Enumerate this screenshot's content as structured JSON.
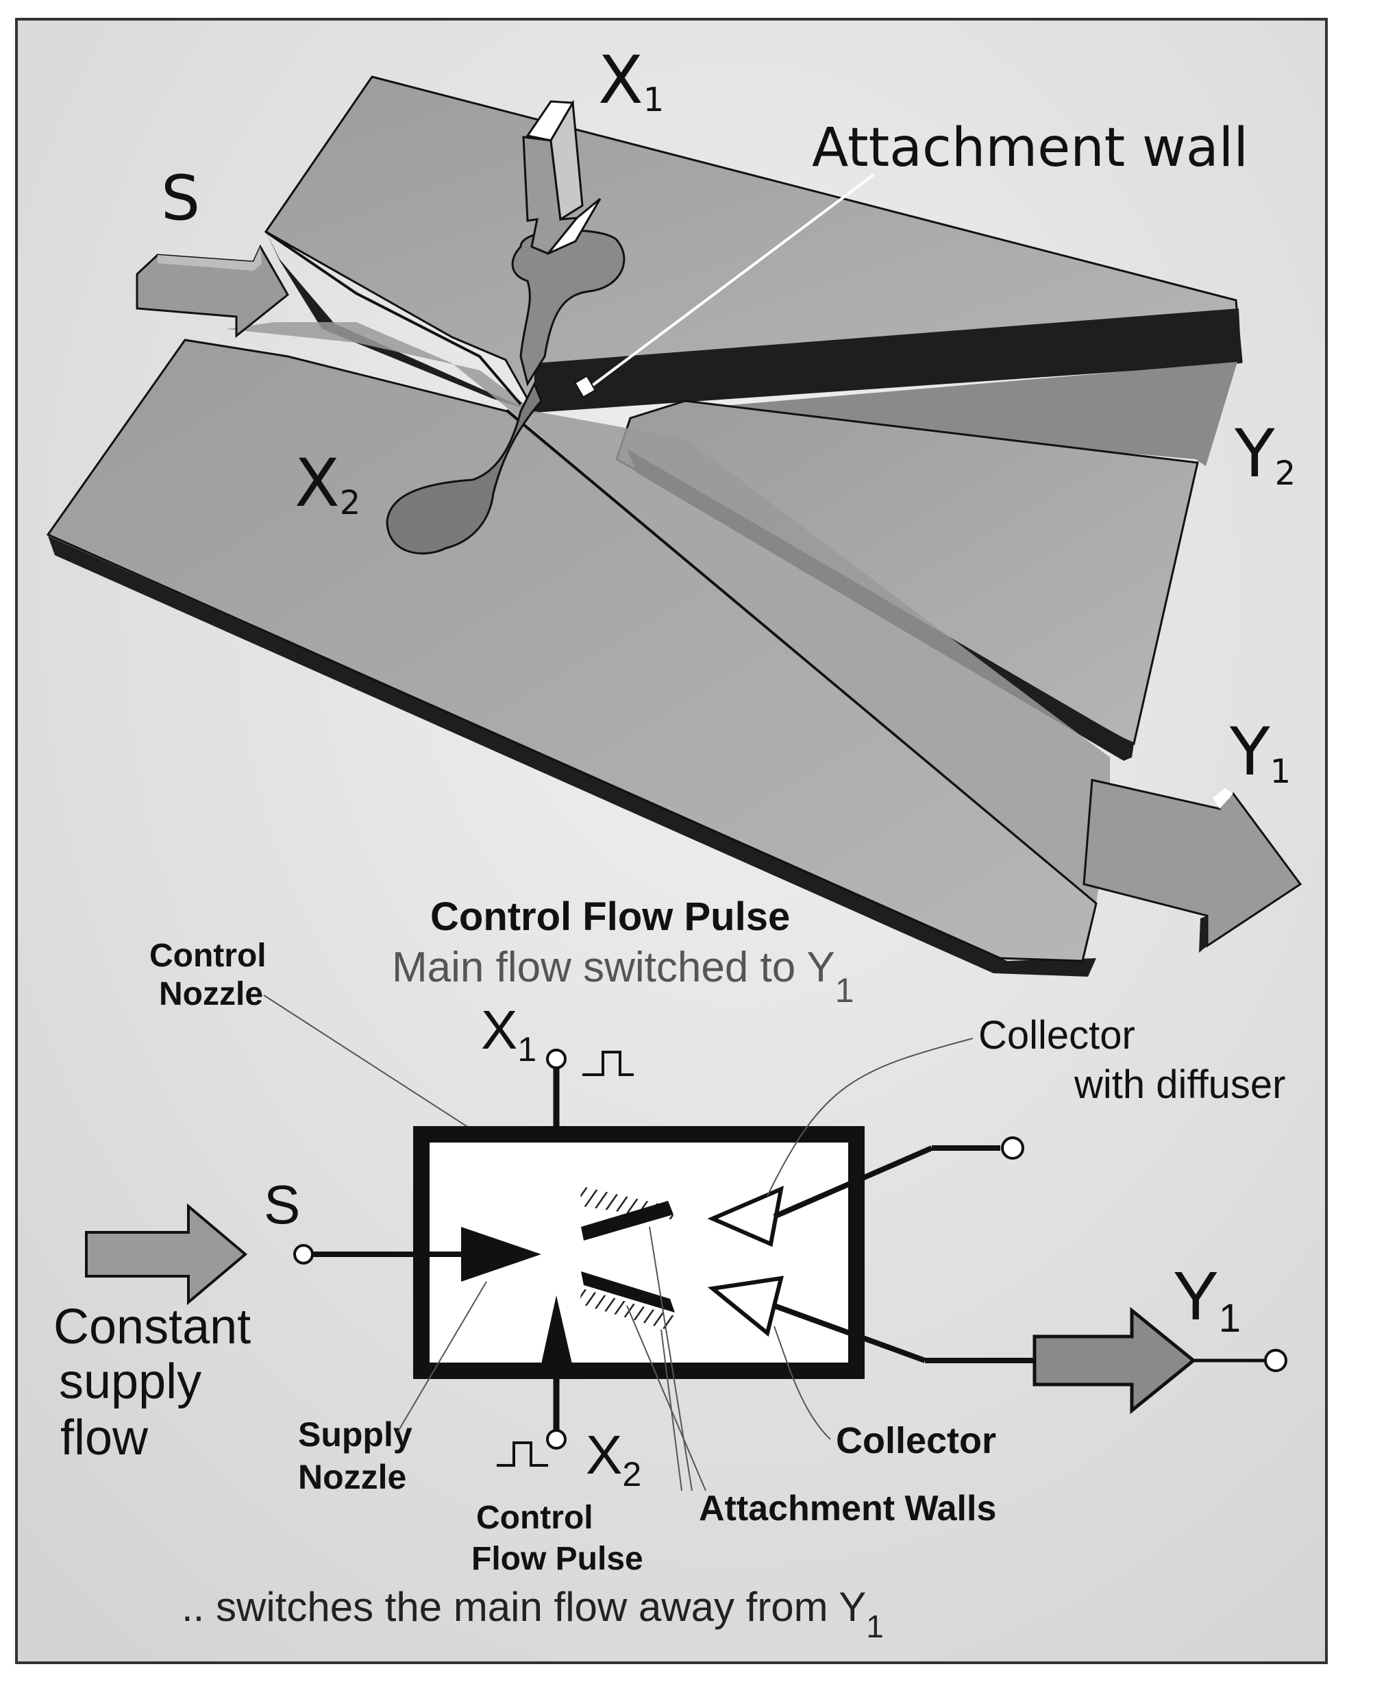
{
  "iso": {
    "x1": {
      "main": "X",
      "sub": "1"
    },
    "x2": {
      "main": "X",
      "sub": "2"
    },
    "s": "S",
    "y1": {
      "main": "Y",
      "sub": "1"
    },
    "y2": {
      "main": "Y",
      "sub": "2"
    },
    "attachment_wall": "Attachment wall"
  },
  "schematic": {
    "pulse_title": "Control Flow Pulse",
    "pulse_subtitle": {
      "main": "Main flow switched to Y",
      "sub": "1"
    },
    "control_nozzle": [
      "Control",
      "Nozzle"
    ],
    "x1": {
      "main": "X",
      "sub": "1"
    },
    "x2": {
      "main": "X",
      "sub": "2"
    },
    "s": "S",
    "y1": {
      "main": "Y",
      "sub": "1"
    },
    "collector_diffuser": [
      "Collector",
      "with diffuser"
    ],
    "constant_supply": [
      "Constant",
      "supply",
      "flow"
    ],
    "supply_nozzle": [
      "Supply",
      "Nozzle"
    ],
    "control_flow_pulse": [
      "Control",
      "Flow Pulse"
    ],
    "collector": "Collector",
    "attachment_walls": "Attachment Walls",
    "footer": {
      "main": ".. switches the main flow away from Y",
      "sub": "1"
    }
  },
  "colors": {
    "background": "#ffffff",
    "panel": "#dcdcdc",
    "top_face": "#a6a6a6",
    "side_face": "#1e1e1e",
    "cavity": "#8a8a8a",
    "arrow": "#9a9a9a",
    "ink": "#111111"
  }
}
